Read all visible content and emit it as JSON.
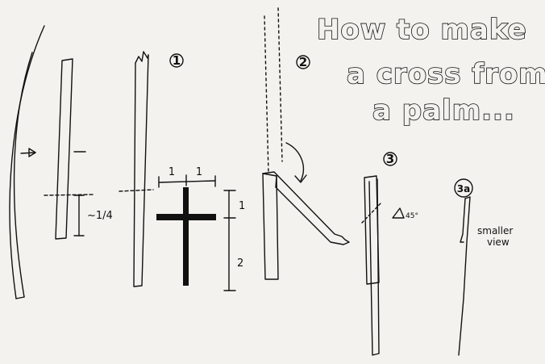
{
  "title": {
    "line1": "How to make",
    "line2": "a cross from",
    "line3": "a palm..."
  },
  "steps": {
    "step1": "1",
    "step2": "2",
    "step3": "3",
    "step3a": "3a"
  },
  "labels": {
    "quarter": "~1/4",
    "width_left": "1",
    "width_right": "1",
    "height_top": "1",
    "height_bottom": "2",
    "angle": "45°",
    "smaller_line1": "smaller",
    "smaller_line2": "view"
  },
  "colors": {
    "ink": "#111111",
    "paper": "#f4f2ee"
  }
}
